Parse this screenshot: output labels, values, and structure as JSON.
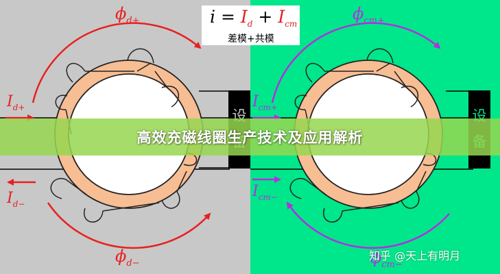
{
  "title": "高效充磁线圈生产技术及应用解析",
  "formula": {
    "lhs": "i",
    "eq": "=",
    "term1_main": "I",
    "term1_sub": "d",
    "plus": "+",
    "term2_main": "I",
    "term2_sub": "cm",
    "caption": "差模+共模"
  },
  "left_panel": {
    "flux_main": "ϕ",
    "flux_top_sub": "d+",
    "flux_bottom_sub": "d−",
    "current_main": "I",
    "current_in_sub": "d+",
    "current_out_sub": "d−",
    "device_label_1": "设",
    "device_label_2": "备"
  },
  "right_panel": {
    "flux_main": "ϕ",
    "flux_top_sub": "cm+",
    "flux_bottom_sub": "cm−",
    "current_main": "I",
    "current_in_sub": "cm+",
    "current_out_sub": "cm−",
    "device_label_1": "设",
    "device_label_2": "备"
  },
  "watermark": "知乎 @天上有明月",
  "colors": {
    "left_bg": "#c8c8c8",
    "right_bg": "#00e68a",
    "core": "#f7bd93",
    "left_arrow": "#e82020",
    "right_arrow": "#b030e0",
    "device": "#000000",
    "banner": "#96d750"
  }
}
